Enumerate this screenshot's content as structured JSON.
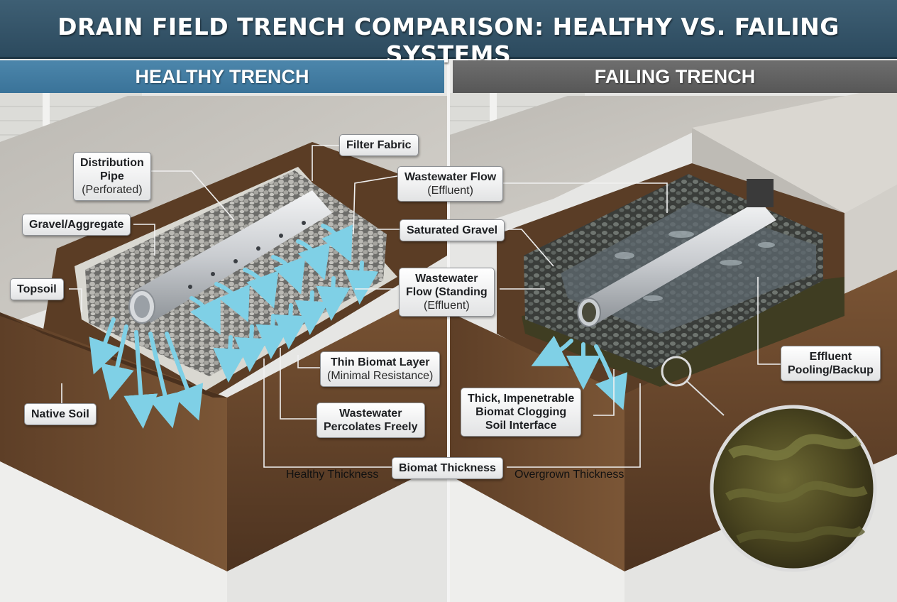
{
  "title": "DRAIN FIELD TRENCH COMPARISON: HEALTHY VS. FAILING SYSTEMS",
  "panels": {
    "left": "HEALTHY TRENCH",
    "right": "FAILING TRENCH"
  },
  "labels": {
    "filter_fabric": "Filter Fabric",
    "distribution_pipe": {
      "line1": "Distribution",
      "line2": "Pipe",
      "line3": "(Perforated)"
    },
    "gravel_aggregate": "Gravel/Aggregate",
    "topsoil": "Topsoil",
    "native_soil": "Native Soil",
    "wastewater_flow": {
      "line1": "Wastewater Flow",
      "line2": "(Effluent)"
    },
    "saturated_gravel": "Saturated Gravel",
    "wastewater_standing": {
      "line1": "Wastewater",
      "line2": "Flow (Standing",
      "line3": "(Effluent)"
    },
    "thin_biomat": {
      "line1": "Thin Biomat Layer",
      "line2": "(Minimal Resistance)"
    },
    "percolates": {
      "line1": "Wastewater",
      "line2": "Percolates Freely"
    },
    "thick_biomat": {
      "line1": "Thick, Impenetrable",
      "line2": "Biomat Clogging",
      "line3": "Soil Interface"
    },
    "effluent_pooling": {
      "line1": "Effluent",
      "line2": "Pooling/Backup"
    },
    "biomat_thickness": "Biomat Thickness",
    "healthy_thickness": "Healthy Thickness",
    "overgrown_thickness": "Overgrown Thickness"
  },
  "colors": {
    "title_bar": "#2c4a5e",
    "healthy_header": "#3a7399",
    "failing_header": "#575757",
    "flow_arrow": "#7fd0e6",
    "soil": "#6b4a2f",
    "biomat": "#5a5a2a"
  }
}
